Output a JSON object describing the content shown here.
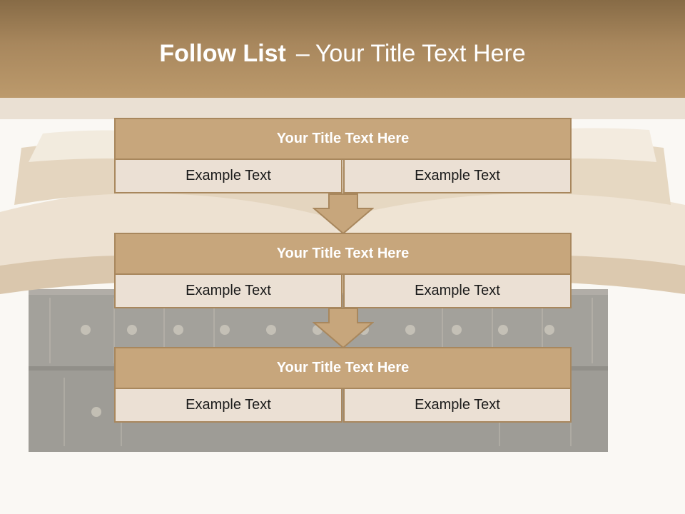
{
  "header": {
    "title_bold": "Follow List",
    "title_sep": "–",
    "title_rest": "Your Title Text Here"
  },
  "blocks": [
    {
      "title": "Your Title Text Here",
      "left": "Example Text",
      "right": "Example Text"
    },
    {
      "title": "Your Title Text Here",
      "left": "Example Text",
      "right": "Example Text"
    },
    {
      "title": "Your Title Text Here",
      "left": "Example Text",
      "right": "Example Text"
    }
  ],
  "colors": {
    "header": "#a8875d",
    "block_title": "#c7a67c",
    "cell": "#ebe0d4",
    "border": "#a8875d"
  }
}
